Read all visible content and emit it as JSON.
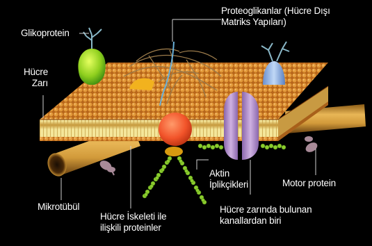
{
  "labels": {
    "proteoglycans": "Proteoglikanlar (Hücre Dışı\nMatriks Yapıları)",
    "glycoprotein": "Glikoprotein",
    "cell_membrane": "Hücre\nZarı",
    "actin": "Aktin\nİplikçikleri",
    "motor_protein": "Motor protein",
    "microtubule": "Mikrotübül",
    "cytoskeleton_proteins": "Hücre İskeleti ile\nilişkili proteinler",
    "membrane_channel": "Hücre zarında bulunan\nkanallardan biri"
  },
  "colors": {
    "background": "#000000",
    "phospholipid_head": "#d98a2a",
    "lipid_tail": "#f2e08a",
    "glycoprotein": "#8fcf1e",
    "channel_protein": "#b08cc8",
    "peripheral_protein": "#f2542a",
    "actin": "#8ccc2e",
    "receptor_protein": "#8fb0e0",
    "microtubule": "#c89a3a"
  }
}
